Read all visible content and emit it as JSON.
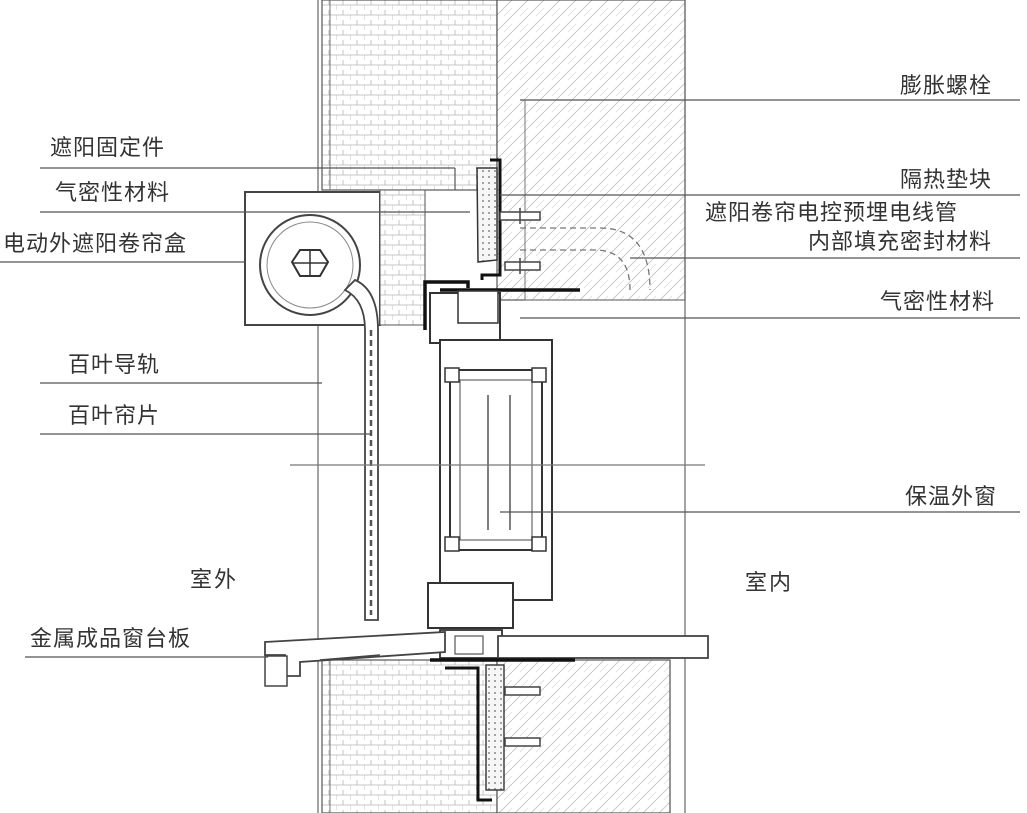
{
  "labels_left": {
    "sunshade_fixing": "遮阳固定件",
    "airtight_material_left": "气密性材料",
    "roller_shutter_box": "电动外遮阳卷帘盒",
    "blind_guide_rail": "百叶导轨",
    "blind_slat": "百叶帘片",
    "metal_window_sill": "金属成品窗台板"
  },
  "labels_right": {
    "expansion_bolt": "膨胀螺栓",
    "insulation_pad": "隔热垫块",
    "conduit_line1": "遮阳卷帘电控预埋电线管",
    "conduit_line2": "内部填充密封材料",
    "airtight_material_right": "气密性材料",
    "insulated_window": "保温外窗"
  },
  "rooms": {
    "outdoor": "室外",
    "indoor": "室内"
  },
  "colors": {
    "line": "#333333",
    "hatch": "#9a9a9a",
    "text": "#333333"
  }
}
